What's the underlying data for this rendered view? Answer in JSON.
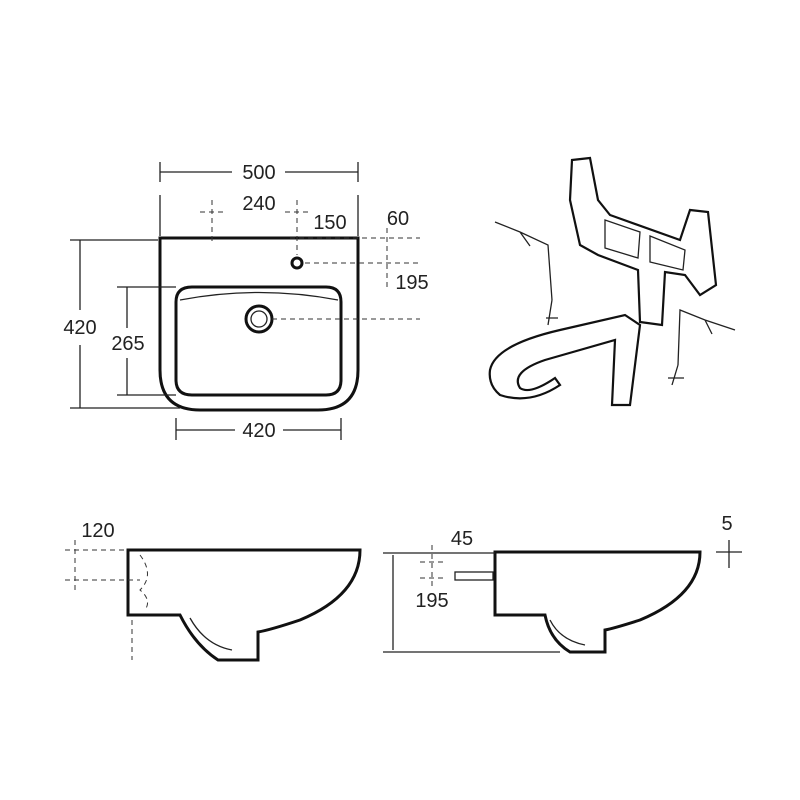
{
  "plan_view": {
    "width_overall": "500",
    "tap_offset": "240",
    "tap_to_edge": "150",
    "edge_offset": "60",
    "tap_to_waste": "195",
    "depth_overall": "420",
    "bowl_depth": "265",
    "bowl_width": "420"
  },
  "side_view_left": {
    "height_label": "120"
  },
  "side_view_right": {
    "top_label": "45",
    "fixing_label": "195",
    "gap_label": "5"
  }
}
